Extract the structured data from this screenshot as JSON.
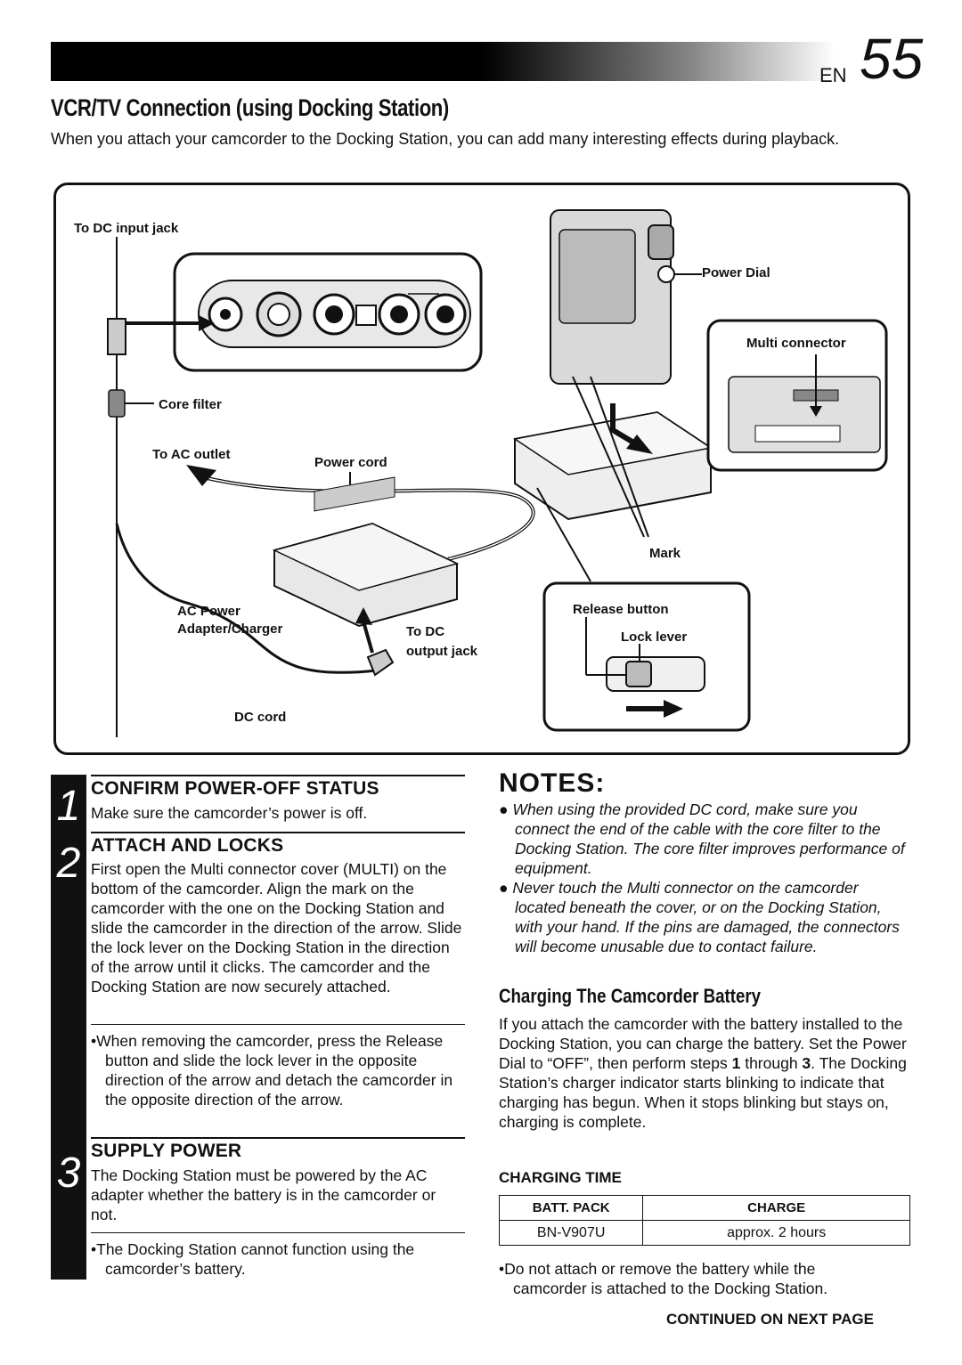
{
  "header": {
    "en": "EN",
    "page": "55"
  },
  "title": "VCR/TV Connection (using Docking Station)",
  "intro": "When you attach your camcorder to the Docking Station, you can add many interesting effects during playback.",
  "diagram": {
    "to_dc_input_jack": "To DC input jack",
    "core_filter": "Core filter",
    "to_ac_outlet": "To AC outlet",
    "power_cord": "Power cord",
    "ac_power": "AC Power",
    "adapter_charger": "Adapter/Charger",
    "to_dc": "To DC",
    "output_jack": "output jack",
    "dc_cord": "DC cord",
    "power_dial": "Power Dial",
    "multi_connector": "Multi connector",
    "mark": "Mark",
    "release_button": "Release button",
    "lock_lever": "Lock lever"
  },
  "steps": [
    {
      "num": "1",
      "title": "CONFIRM POWER-OFF STATUS",
      "text": "Make sure the camcorder’s power is off."
    },
    {
      "num": "2",
      "title": "ATTACH AND LOCKS",
      "text": "First open the Multi connector cover (MULTI) on the bottom of the camcorder. Align the mark on the camcorder with the one on the Docking Station and slide the camcorder in the direction of the arrow. Slide the lock lever on the Docking Station in the direction of the arrow until it clicks. The camcorder and the Docking Station are now securely attached.",
      "bullet": "•When removing the camcorder, press the Release button and slide the lock lever in the opposite direction of the arrow and detach the camcorder in the opposite direction of the arrow."
    },
    {
      "num": "3",
      "title": "SUPPLY POWER",
      "text": "The Docking Station must be powered by the AC adapter whether the battery is in the camcorder or not.",
      "bullet": "•The Docking Station cannot function using the camcorder’s battery."
    }
  ],
  "notes": {
    "heading": "NOTES:",
    "items": [
      "● When using the provided DC cord, make sure you connect the end of the cable with the core filter to the Docking Station. The core filter improves performance of equipment.",
      "● Never touch the Multi connector on the camcorder located beneath the cover, or on the Docking Station, with your hand. If the pins are damaged, the connectors will become unusable due to contact failure."
    ]
  },
  "charging": {
    "heading": "Charging The Camcorder Battery",
    "body_a": "If you attach the camcorder with the battery installed to the Docking Station, you can charge the battery. Set the Power Dial to “OFF”, then perform steps ",
    "body_b": "1",
    "body_c": " through ",
    "body_d": "3",
    "body_e": ". The Docking Station’s charger indicator starts blinking to indicate that charging has begun. When it stops blinking but stays on, charging is complete.",
    "time_heading": "CHARGING TIME",
    "table_headers": [
      "BATT. PACK",
      "CHARGE"
    ],
    "table_rows": [
      [
        "BN-V907U",
        "approx. 2 hours"
      ]
    ],
    "bullet": "•Do not attach or remove the battery while the camcorder is attached to the Docking Station."
  },
  "footer": "CONTINUED ON NEXT PAGE"
}
